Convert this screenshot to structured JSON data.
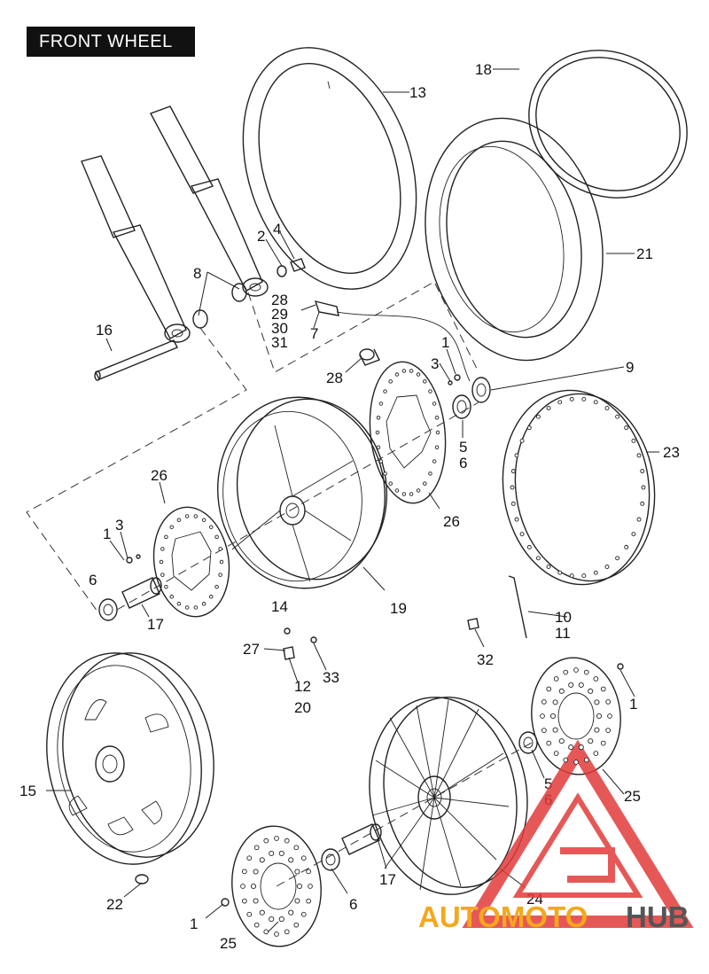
{
  "title": "FRONT WHEEL",
  "watermark": {
    "part1": "AUTOMOTO",
    "part2": "HUB",
    "color_main": "#f4a81d",
    "color_accent": "#e23b3b",
    "color_dark": "#555555"
  },
  "callouts": [
    "1",
    "2",
    "3",
    "4",
    "5",
    "6",
    "7",
    "8",
    "9",
    "10",
    "11",
    "12",
    "13",
    "14",
    "15",
    "16",
    "17",
    "18",
    "19",
    "20",
    "21",
    "22",
    "23",
    "24",
    "25",
    "26",
    "27",
    "28",
    "29",
    "30",
    "31",
    "32",
    "33"
  ]
}
